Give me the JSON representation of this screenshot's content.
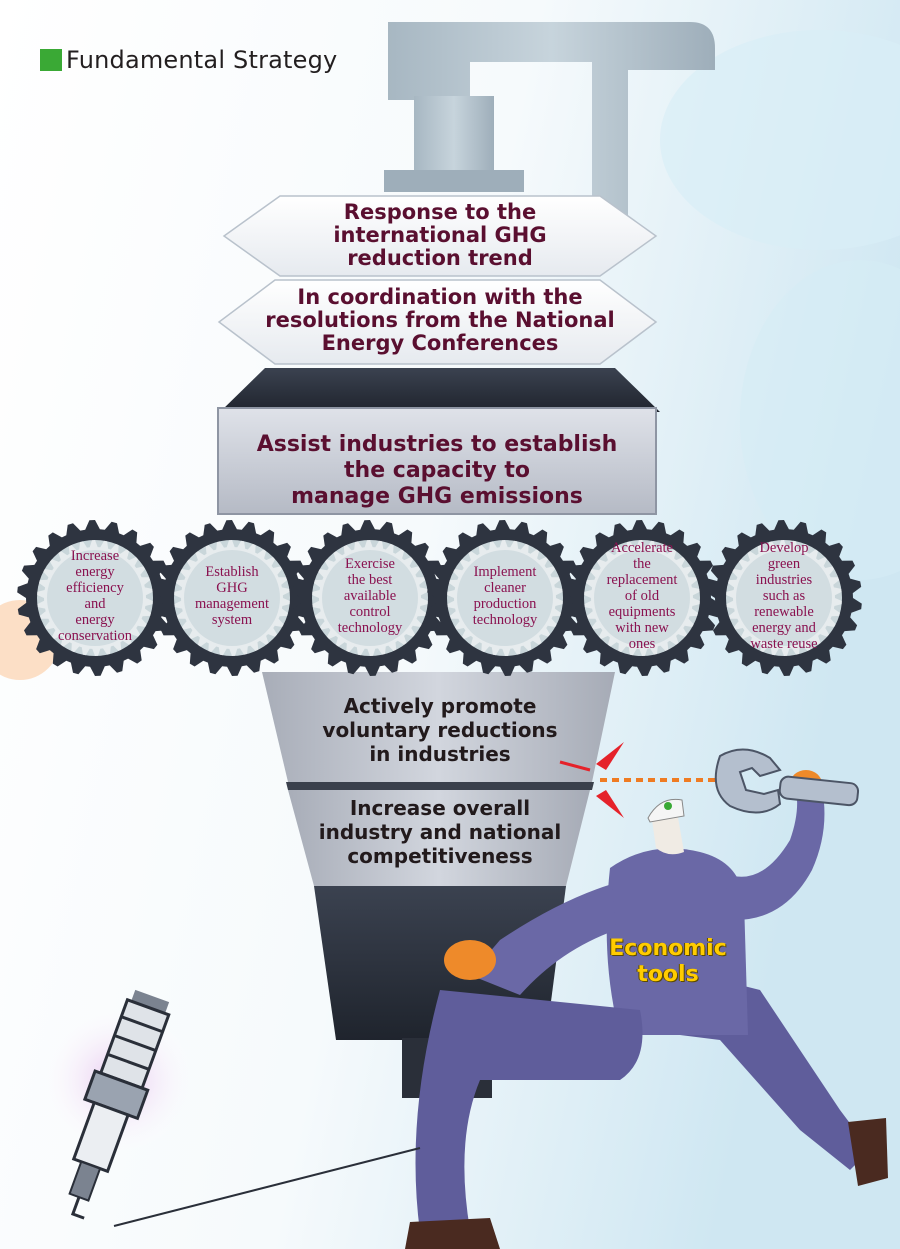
{
  "header": {
    "title": "Fundamental Strategy"
  },
  "levels": {
    "top1": [
      "Response to the",
      "international GHG",
      "reduction trend"
    ],
    "top2": [
      "In coordination with the",
      "resolutions from the National",
      "Energy Conferences"
    ],
    "core": [
      "Assist industries to establish",
      "the capacity to",
      "manage GHG emissions"
    ],
    "funnel1": [
      "Actively promote",
      "voluntary reductions",
      "in industries"
    ],
    "funnel2": [
      "Increase overall",
      "industry and national",
      "competitiveness"
    ]
  },
  "gears": [
    {
      "lines": [
        "Increase",
        "energy",
        "efficiency",
        "and",
        "energy",
        "conservation"
      ]
    },
    {
      "lines": [
        "Establish",
        "GHG",
        "management",
        "system"
      ]
    },
    {
      "lines": [
        "Exercise",
        "the best",
        "available",
        "control",
        "technology"
      ]
    },
    {
      "lines": [
        "Implement",
        "cleaner",
        "production",
        "technology"
      ]
    },
    {
      "lines": [
        "Accelerate",
        "the",
        "replacement",
        "of old",
        "equipments",
        "with new",
        "ones"
      ]
    },
    {
      "lines": [
        "Develop",
        "green",
        "industries",
        "such as",
        "renewable",
        "energy and",
        "waste reuse"
      ]
    }
  ],
  "figure_label": [
    "Economic",
    "tools"
  ],
  "colors": {
    "accent_green": "#3aa935",
    "text_maroon": "#5a0f30",
    "gear_text": "#8a1250",
    "gear_dark": "#2e3440",
    "gear_light": "#c9d6da",
    "funnel_gray": "#b9bdc6",
    "suit": "#6a68a6",
    "label_yellow": "#ffcc00"
  },
  "icons": [
    "wrench-icon",
    "spark-plug-icon"
  ]
}
